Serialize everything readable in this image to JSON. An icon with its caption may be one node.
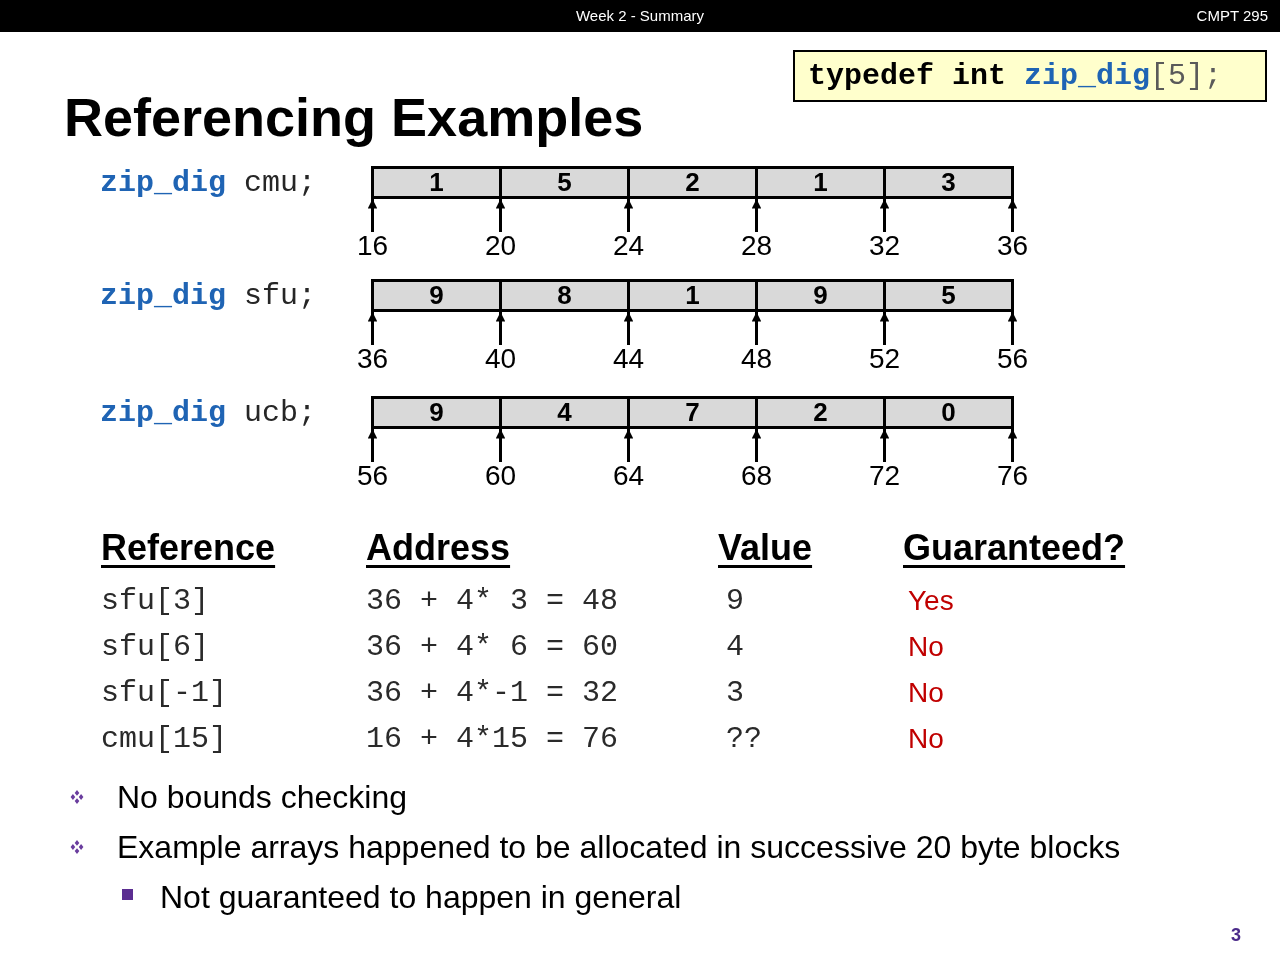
{
  "diagram": {
    "title": "Referencing Examples",
    "nodes": [
      {
        "text": [
          "**typedef int** **zip_dig**[5];"
        ]
      },
      {
        "text": [],
        "shape": "box",
        "beside": [
          "**zip_dig** cmu;"
        ]
      },
      {
        "text": [
          "1"
        ],
        "in": 1
      },
      {
        "text": [
          "5"
        ],
        "in": 1
      },
      {
        "text": [
          "2"
        ],
        "in": 1
      },
      {
        "text": [
          "1"
        ],
        "in": 1
      },
      {
        "text": [
          "3"
        ],
        "in": 1
      },
      {
        "text": [
          "16"
        ]
      },
      {
        "text": [
          "20"
        ]
      },
      {
        "text": [
          "24"
        ]
      },
      {
        "text": [
          "28"
        ]
      },
      {
        "text": [
          "32"
        ]
      },
      {
        "text": [
          "36"
        ]
      },
      {
        "text": [],
        "shape": "box",
        "beside": [
          "**zip_dig** sfu;"
        ]
      },
      {
        "text": [
          "9"
        ],
        "in": 13
      },
      {
        "text": [
          "8"
        ],
        "in": 13
      },
      {
        "text": [
          "1"
        ],
        "in": 13
      },
      {
        "text": [
          "9"
        ],
        "in": 13
      },
      {
        "text": [
          "5"
        ],
        "in": 13
      },
      {
        "text": [
          "36"
        ]
      },
      {
        "text": [
          "40"
        ]
      },
      {
        "text": [
          "44"
        ]
      },
      {
        "text": [
          "48"
        ]
      },
      {
        "text": [
          "52"
        ]
      },
      {
        "text": [
          "56"
        ]
      },
      {
        "text": [],
        "shape": "box",
        "beside": [
          "**zip_dig** ucb;"
        ]
      },
      {
        "text": [
          "9"
        ],
        "in": 25
      },
      {
        "text": [
          "4"
        ],
        "in": 25
      },
      {
        "text": [
          "7"
        ],
        "in": 25
      },
      {
        "text": [
          "2"
        ],
        "in": 25
      },
      {
        "text": [
          "0"
        ],
        "in": 25
      },
      {
        "text": [
          "56"
        ]
      },
      {
        "text": [
          "60"
        ]
      },
      {
        "text": [
          "64"
        ]
      },
      {
        "text": [
          "68"
        ]
      },
      {
        "text": [
          "72"
        ]
      },
      {
        "text": [
          "76"
        ]
      }
    ],
    "edges": [
      {
        "from": 7,
        "to": 1,
        "arrow": "to"
      },
      {
        "from": 8,
        "to": 1,
        "arrow": "to"
      },
      {
        "from": 9,
        "to": 1,
        "arrow": "to"
      },
      {
        "from": 10,
        "to": 1,
        "arrow": "to"
      },
      {
        "from": 11,
        "to": 1,
        "arrow": "to"
      },
      {
        "from": 12,
        "to": 1,
        "arrow": "to"
      },
      {
        "from": 19,
        "to": 13,
        "arrow": "to"
      },
      {
        "from": 20,
        "to": 13,
        "arrow": "to"
      },
      {
        "from": 21,
        "to": 13,
        "arrow": "to"
      },
      {
        "from": 22,
        "to": 13,
        "arrow": "to"
      },
      {
        "from": 23,
        "to": 13,
        "arrow": "to"
      },
      {
        "from": 24,
        "to": 13,
        "arrow": "to"
      },
      {
        "from": 31,
        "to": 25,
        "arrow": "to"
      },
      {
        "from": 32,
        "to": 25,
        "arrow": "to"
      },
      {
        "from": 33,
        "to": 25,
        "arrow": "to"
      },
      {
        "from": 34,
        "to": 25,
        "arrow": "to"
      },
      {
        "from": 35,
        "to": 25,
        "arrow": "to"
      },
      {
        "from": 36,
        "to": 25,
        "arrow": "to"
      }
    ],
    "labels": [
      "Week 2 - Summary",
      "CMPT 295",
      "Reference",
      "Address",
      "Value",
      "Guaranteed?",
      "sfu[3]",
      "36 + 4* 3 = 48",
      "9",
      "Yes",
      "sfu[6]",
      "36 + 4* 6 = 60",
      "4",
      "No",
      "sfu[-1]",
      "36 + 4*-1 = 32",
      "3",
      "No",
      "cmu[15]",
      "16 + 4*15 = 76",
      "??",
      "No",
      "No bounds checking",
      "Example arrays happened to be allocated in successive 20 byte blocks",
      "Not guaranteed to happen in general",
      "3"
    ]
  }
}
